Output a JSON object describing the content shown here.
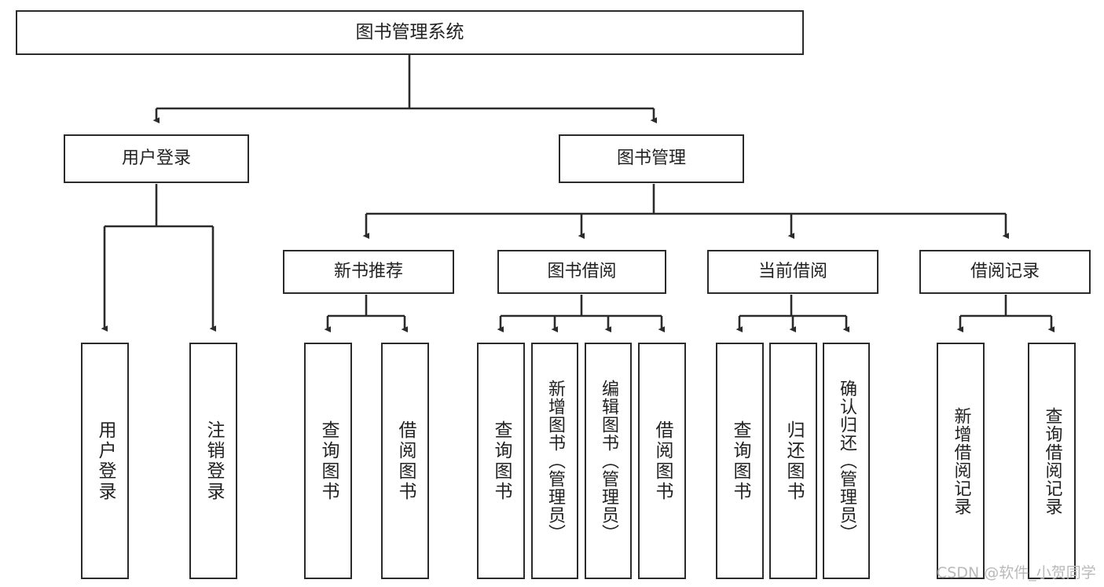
{
  "diagram": {
    "type": "hierarchy-tree",
    "title": "图书管理系统",
    "nodes": {
      "root": {
        "label": "图书管理系统"
      },
      "user_login": {
        "label": "用户登录"
      },
      "book_manage": {
        "label": "图书管理"
      },
      "new_book_rec": {
        "label": "新书推荐"
      },
      "book_borrow": {
        "label": "图书借阅"
      },
      "current_borrow": {
        "label": "当前借阅"
      },
      "borrow_record": {
        "label": "借阅记录"
      },
      "leaf_user_login": {
        "label": "用户登录"
      },
      "leaf_logout_login": {
        "label": "注销登录"
      },
      "leaf_query_book_1": {
        "label": "查询图书"
      },
      "leaf_borrow_book_1": {
        "label": "借阅图书"
      },
      "leaf_query_book_2": {
        "label": "查询图书"
      },
      "leaf_add_book_admin": {
        "label": "新增图书（管理员）"
      },
      "leaf_edit_book_admin": {
        "label": "编辑图书（管理员）"
      },
      "leaf_borrow_book_2": {
        "label": "借阅图书"
      },
      "leaf_query_book_3": {
        "label": "查询图书"
      },
      "leaf_return_book": {
        "label": "归还图书"
      },
      "leaf_confirm_return_admin": {
        "label": "确认归还（管理员）"
      },
      "leaf_add_borrow_record": {
        "label": "新增借阅记录"
      },
      "leaf_query_borrow_record": {
        "label": "查询借阅记录"
      }
    },
    "colors": {
      "box_border": "#2b2b2b",
      "box_fill": "#ffffff",
      "edge": "#2b2b2b",
      "text": "#222222",
      "watermark": "#b9b9b9"
    }
  },
  "watermark": {
    "text": "CSDN @软件_小贺同学"
  }
}
